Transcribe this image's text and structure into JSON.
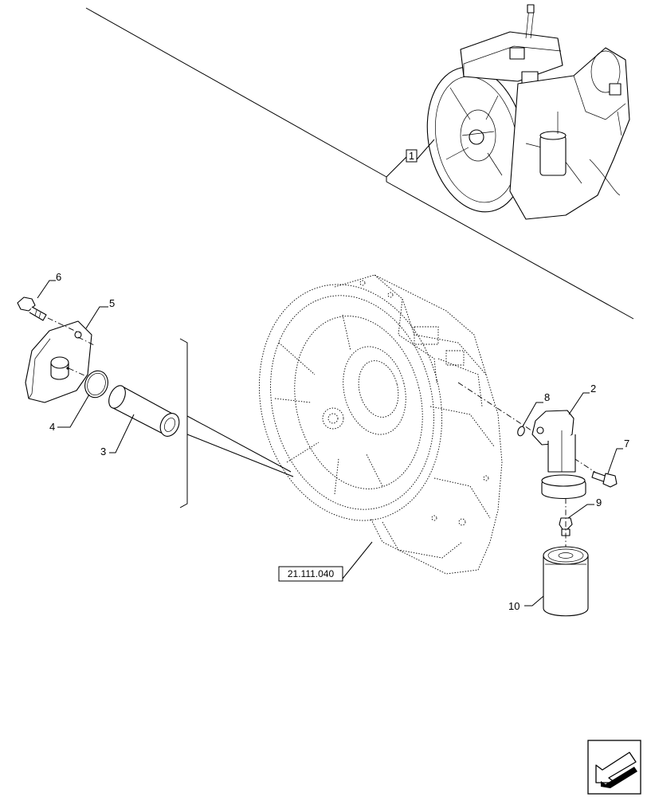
{
  "callouts": {
    "c1": "1",
    "c2": "2",
    "c3": "3",
    "c4": "4",
    "c5": "5",
    "c6": "6",
    "c7": "7",
    "c8": "8",
    "c9": "9",
    "c10": "10"
  },
  "reference_label": "21.111.040",
  "nav_icon": "navigation-arrow-icon"
}
